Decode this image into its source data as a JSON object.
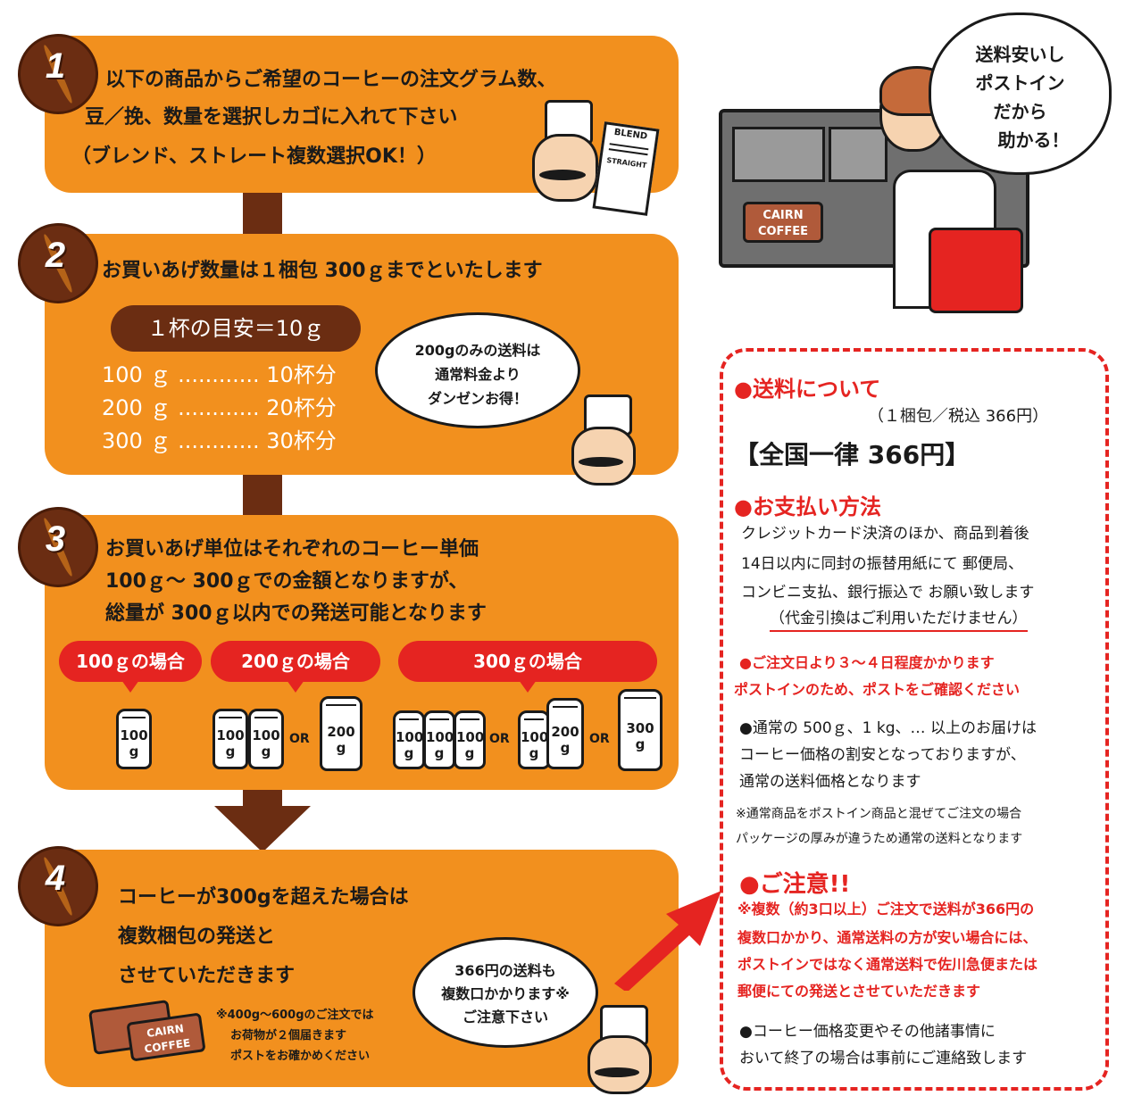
{
  "steps": [
    {
      "num": "1",
      "lines": [
        "以下の商品からご希望のコーヒーの注文グラム数、",
        "豆／挽、数量を選択しカゴに入れて下さい",
        "（ブレンド、ストレート複数選択OK！）"
      ]
    },
    {
      "num": "2",
      "heading": "お買いあげ数量は１梱包 300ｇまでといたします",
      "pill": "１杯の目安＝10ｇ",
      "rows": [
        {
          "g": "100 ｇ",
          "dots": "............",
          "cups": "10杯分"
        },
        {
          "g": "200 ｇ",
          "dots": "............",
          "cups": "20杯分"
        },
        {
          "g": "300 ｇ",
          "dots": "............",
          "cups": "30杯分"
        }
      ],
      "bubble": [
        "200gのみの送料は",
        "通常料金より",
        "ダンゼンお得！"
      ]
    },
    {
      "num": "3",
      "lines": [
        "お買いあげ単位はそれぞれのコーヒー単価",
        "100ｇ〜 300ｇでの金額となりますが、",
        "総量が 300ｇ以内での発送可能となります"
      ],
      "tabs": [
        "100ｇの場合",
        "200ｇの場合",
        "300ｇの場合"
      ],
      "bag_labels": {
        "b100": "100",
        "b200": "200",
        "b300": "300",
        "unit": "g"
      },
      "or": "OR"
    },
    {
      "num": "4",
      "lines": [
        "コーヒーが300gを超えた場合は",
        "複数梱包の発送と",
        "させていただきます"
      ],
      "note": [
        "※400g〜600gのご注文では",
        "お荷物が２個届きます",
        "ポストをお確かめください"
      ],
      "bubble": [
        "366円の送料も",
        "複数口かかります※",
        "ご注意下さい"
      ]
    }
  ],
  "illustration": {
    "speech": [
      "送料安いし",
      "ポストイン",
      "だから",
      "助かる！"
    ],
    "brand": [
      "CAIRN",
      "COFFEE"
    ],
    "sign": [
      "BLEND",
      "STRAIGHT"
    ]
  },
  "panel": {
    "shipping_title": "●送料について",
    "shipping_sub": "（１梱包／税込 366円）",
    "shipping_price": "【全国一律 366円】",
    "payment_title": "●お支払い方法",
    "payment_lines": [
      "クレジットカード決済のほか、商品到着後",
      "14日以内に同封の振替用紙にて 郵便局、",
      "コンビニ支払、銀行振込で お願い致します"
    ],
    "payment_note": "（代金引換はご利用いただけません）",
    "delivery_lines": [
      "●ご注文日より３〜４日程度かかります",
      "ポストインのため、ポストをご確認ください"
    ],
    "normal_lines": [
      "●通常の 500ｇ、1 kg、… 以上のお届けは",
      "コーヒー価格の割安となっておりますが、",
      "通常の送料価格となります"
    ],
    "mix_lines": [
      "※通常商品をポストイン商品と混ぜてご注文の場合",
      "パッケージの厚みが違うため通常の送料となります"
    ],
    "caution_title": "●ご注意!!",
    "caution_lines": [
      "※複数（約3口以上）ご注文で送料が366円の",
      "複数口かかり、通常送料の方が安い場合には、",
      "ポストインではなく通常送料で佐川急便または",
      "郵便にての発送とさせていただきます"
    ],
    "end_lines": [
      "●コーヒー価格変更やその他諸事情に",
      "おいて終了の場合は事前にご連絡致します"
    ]
  },
  "colors": {
    "orange": "#f2901e",
    "brown": "#6b2d12",
    "red": "#e52421"
  }
}
